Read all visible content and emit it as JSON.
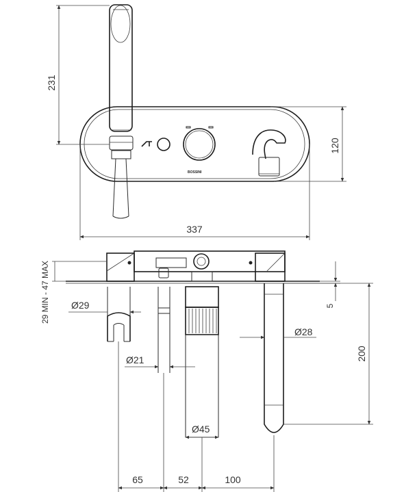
{
  "dimensions": {
    "handshower_height": "231",
    "plate_height": "120",
    "plate_width": "337",
    "wall_depth": "29 MIN - 47 MAX",
    "hose_outlet_diameter": "Ø29",
    "plate_offset": "5",
    "spout_diameter": "Ø28",
    "spout_length": "200",
    "connector_diameter": "Ø21",
    "body_diameter": "Ø45",
    "spacing_1": "65",
    "spacing_2": "52",
    "spacing_3": "100"
  },
  "brand_mark": "BOSSINI"
}
